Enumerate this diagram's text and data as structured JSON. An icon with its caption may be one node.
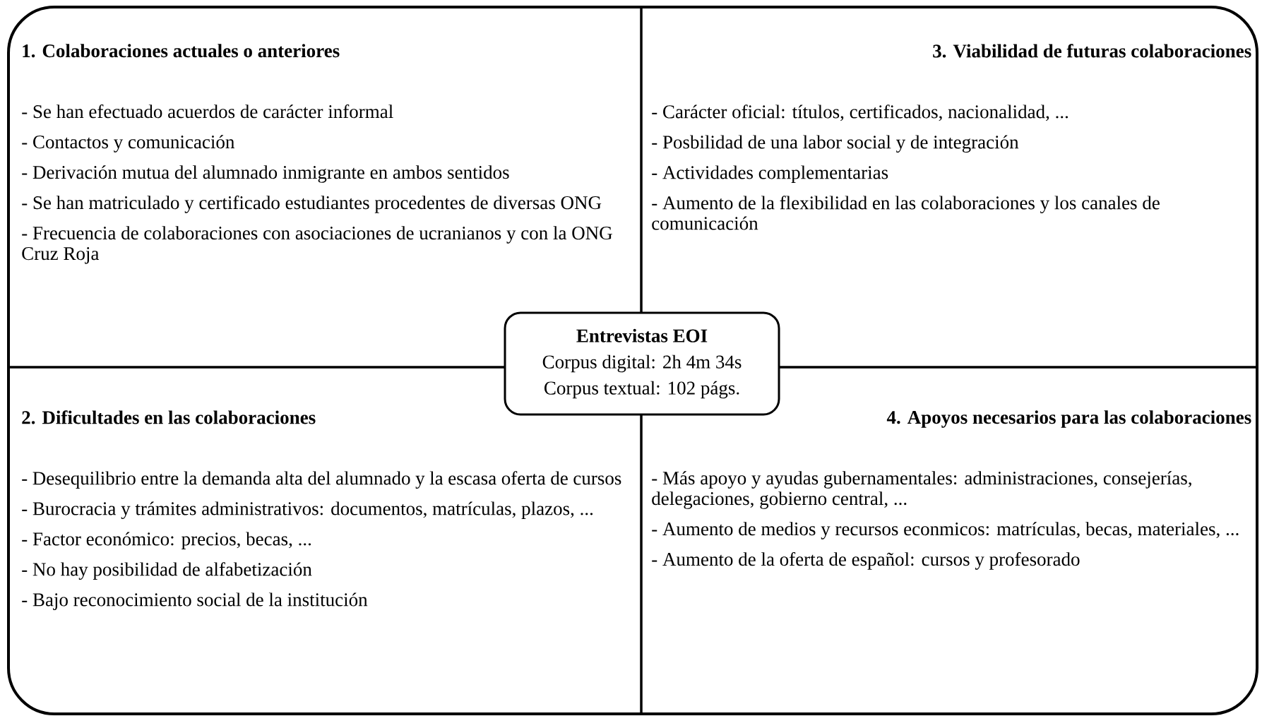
{
  "diagram": {
    "nodes": [
      {
        "text": [
          "1. Colaboraciones actuales o anteriores",
          "- Se han efectuado acuerdos de carácter informal",
          "- Contactos y comunicación",
          "- Derivación mutua del alumnado inmigrante en ambos sentidos",
          "- Se han matriculado y certificado estudiantes procedentes de diversas ONG",
          "- Frecuencia de colaboraciones con asociaciones de ucranianos y con la ONG Cruz Roja"
        ]
      },
      {
        "text": [
          "3. Viabilidad de futuras colaboraciones",
          "- Carácter oficial: títulos, certificados, nacionalidad, ...",
          "- Posbilidad de una labor social y de integración",
          "- Actividades complementarias",
          "- Aumento de la flexibilidad en las colaboraciones y los canales de comunicación"
        ]
      },
      {
        "text": [
          "Entrevistas EOI",
          "Corpus digital: 2h 4m 34s",
          "Corpus textual: 102 págs."
        ]
      },
      {
        "text": [
          "2. Dificultades en las colaboraciones",
          "- Desequilibrio entre la demanda alta del alumnado y la escasa oferta de cursos",
          "- Burocracia y trámites administrativos: documentos, matrículas, plazos, ...",
          "- Factor económico: precios, becas, ...",
          "- No hay posibilidad de alfabetización",
          "- Bajo reconocimiento social de la institución"
        ]
      },
      {
        "text": [
          "4. Apoyos necesarios para las colaboraciones",
          "- Más apoyo y ayudas gubernamentales: administraciones, consejerías, delegaciones, gobierno central, ...",
          "- Aumento de medios y recursos econmicos: matrículas, becas, materiales, ...",
          "- Aumento de la oferta de español: cursos y profesorado"
        ]
      }
    ]
  }
}
